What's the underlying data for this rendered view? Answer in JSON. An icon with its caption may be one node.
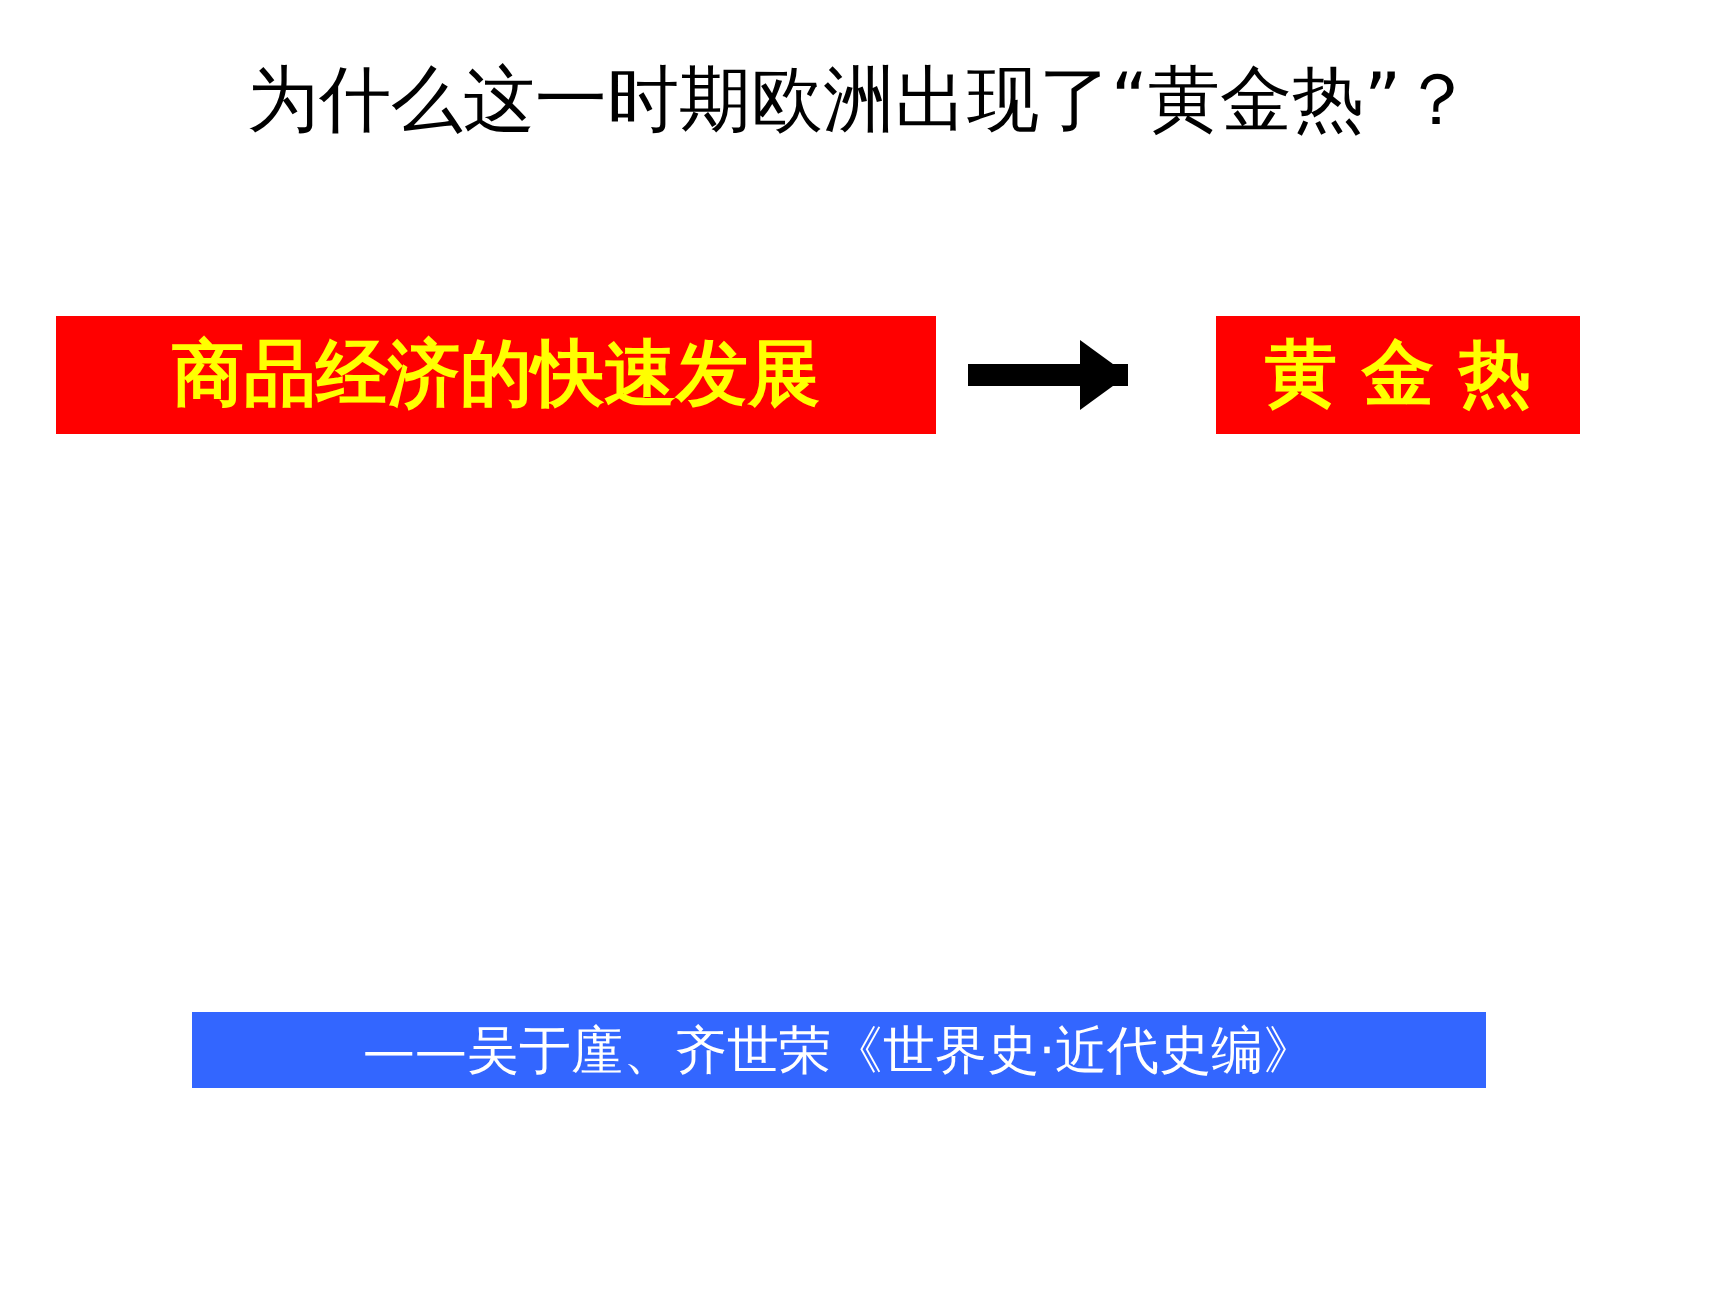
{
  "diagram": {
    "title": "为什么这一时期欧洲出现了“黄金热”？",
    "nodes": [
      {
        "text": [
          "商品经济的快速发展"
        ]
      },
      {
        "text": [
          "黄 金 热"
        ]
      },
      {
        "text": [
          "——吴于廑、齐世荣《世界史·近代史编》"
        ]
      }
    ],
    "edges": [
      {
        "from": 0,
        "to": 1,
        "arrow": "to"
      }
    ]
  }
}
